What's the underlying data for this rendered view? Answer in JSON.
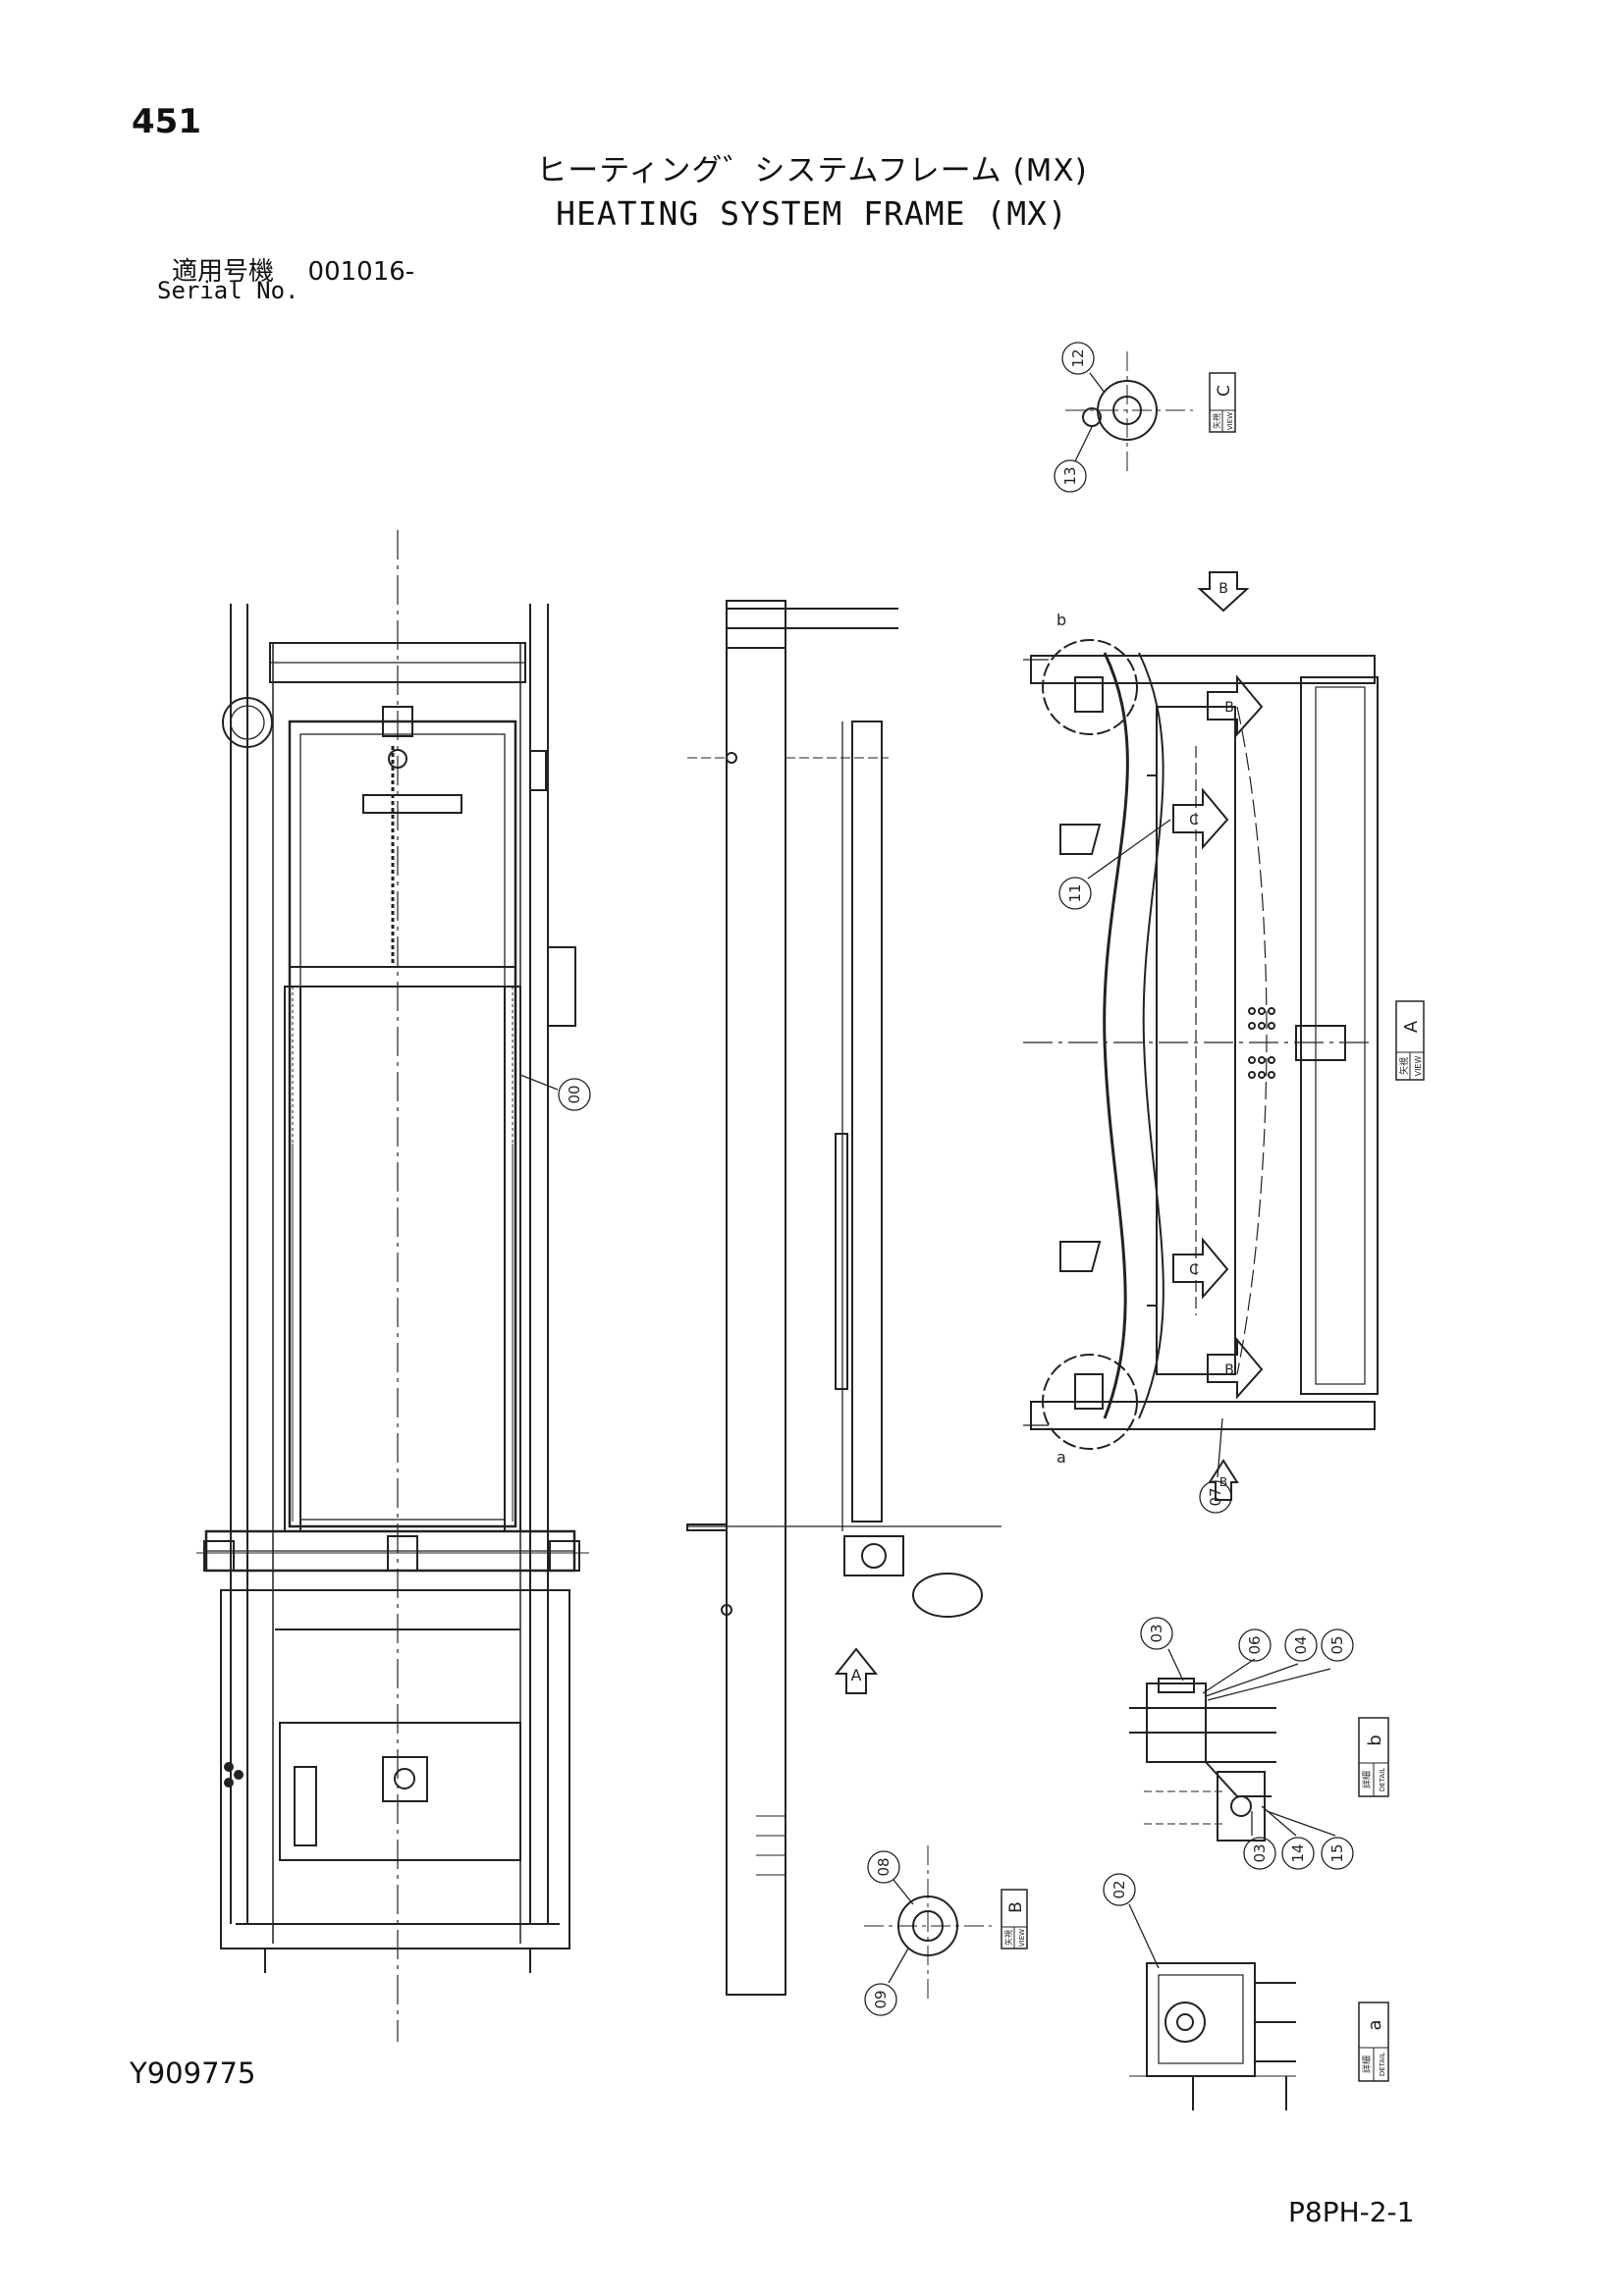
{
  "header": {
    "page_number": "451",
    "title_jp": "ヒーティング゛システムフレーム (MX)",
    "title_en": "HEATING SYSTEM FRAME (MX)",
    "serial_label_jp": "適用号機",
    "serial_value": "001016-",
    "serial_label_en": "Serial No."
  },
  "footer": {
    "drawing_number": "Y909775",
    "sheet_code": "P8PH-2-1"
  },
  "callouts": [
    "00",
    "02",
    "03",
    "04",
    "05",
    "06",
    "07",
    "08",
    "09",
    "11",
    "12",
    "13",
    "14",
    "15"
  ],
  "views": {
    "view_a": {
      "jp": "矢視",
      "en": "VIEW",
      "letter": "A"
    },
    "view_b": {
      "jp": "矢視",
      "en": "VIEW",
      "letter": "B"
    },
    "view_c": {
      "jp": "矢視",
      "en": "VIEW",
      "letter": "C"
    },
    "detail_a": {
      "jp": "詳細",
      "en": "DETAIL",
      "letter": "a"
    },
    "detail_b": {
      "jp": "詳細",
      "en": "DETAIL",
      "letter": "b"
    }
  },
  "arrow_letters": {
    "a": "A",
    "b": "B",
    "c": "C",
    "detail_a": "a",
    "detail_b": "b"
  }
}
